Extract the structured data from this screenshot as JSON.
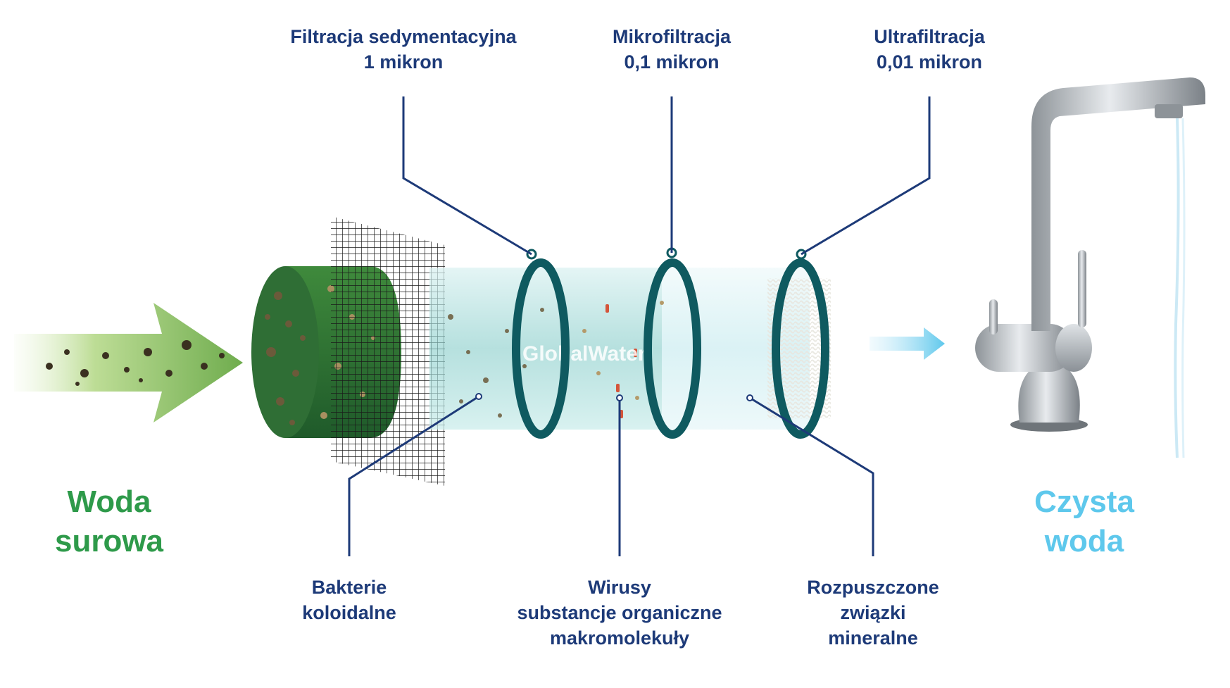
{
  "stages": [
    {
      "name": "Filtracja sedymentacyjna",
      "size": "1 mikron"
    },
    {
      "name": "Mikrofiltracja",
      "size": "0,1 mikron"
    },
    {
      "name": "Ultrafiltracja",
      "size": "0,01 mikron"
    }
  ],
  "removed": [
    {
      "lines": [
        "Bakterie",
        "koloidalne"
      ]
    },
    {
      "lines": [
        "Wirusy",
        "substancje organiczne",
        "makromolekuły"
      ]
    },
    {
      "lines": [
        "Rozpuszczone",
        "związki",
        "mineralne"
      ]
    }
  ],
  "input": {
    "lines": [
      "Woda",
      "surowa"
    ],
    "color": "#2e9a4a"
  },
  "output": {
    "lines": [
      "Czysta",
      "woda"
    ],
    "color": "#5ec8ec"
  },
  "brand": "GlobalWater",
  "colors": {
    "label": "#1d3a78",
    "ring": "#0f5a60"
  }
}
